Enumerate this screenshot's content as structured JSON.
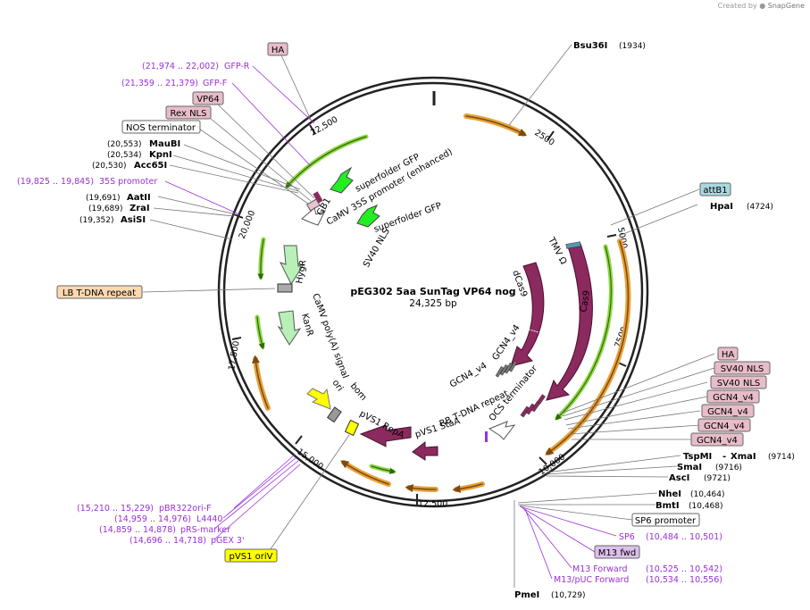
{
  "credit": {
    "prefix": "Created by",
    "brand": "SnapGene"
  },
  "plasmid": {
    "name": "pEG302 5aa SunTag VP64 nog",
    "size": "24,325 bp"
  },
  "ticks": [
    "2500",
    "5000",
    "7500",
    "10,000",
    "12,500",
    "15,000",
    "17,500",
    "20,000",
    "22,500"
  ],
  "enzymes_right": [
    {
      "name": "Bsu36I",
      "pos": "(1934)"
    },
    {
      "name": "HpaI",
      "pos": "(4724)"
    },
    {
      "name": "TspMI",
      "sep": "-",
      "name2": "XmaI",
      "pos": "(9714)"
    },
    {
      "name": "SmaI",
      "pos": "(9716)"
    },
    {
      "name": "AscI",
      "pos": "(9721)"
    },
    {
      "name": "NheI",
      "pos": "(10,464)"
    },
    {
      "name": "BmtI",
      "pos": "(10,468)"
    },
    {
      "name": "PmeI",
      "pos": "(10,729)"
    }
  ],
  "enzymes_left": [
    {
      "name": "MauBI",
      "pos": "(20,553)"
    },
    {
      "name": "KpnI",
      "pos": "(20,534)"
    },
    {
      "name": "Acc65I",
      "pos": "(20,530)"
    },
    {
      "name": "AatII",
      "pos": "(19,691)"
    },
    {
      "name": "ZraI",
      "pos": "(19,689)"
    },
    {
      "name": "AsiSI",
      "pos": "(19,352)"
    }
  ],
  "primers": [
    {
      "name": "GFP-R",
      "pos": "(21,974 .. 22,002)"
    },
    {
      "name": "GFP-F",
      "pos": "(21,359 .. 21,379)"
    },
    {
      "name": "35S promoter",
      "pos": "(19,825 .. 19,845)"
    },
    {
      "name": "pBR322ori-F",
      "pos": "(15,210 .. 15,229)"
    },
    {
      "name": "L4440",
      "pos": "(14,959 .. 14,976)"
    },
    {
      "name": "pRS-marker",
      "pos": "(14,859 .. 14,878)"
    },
    {
      "name": "pGEX 3'",
      "pos": "(14,696 .. 14,718)"
    },
    {
      "name": "SP6",
      "pos": "(10,484 .. 10,501)"
    },
    {
      "name": "M13 Forward",
      "pos": "(10,525 .. 10,542)"
    },
    {
      "name": "M13/pUC Forward",
      "pos": "(10,534 .. 10,556)"
    }
  ],
  "boxed_labels_left": [
    "HA",
    "VP64",
    "Rex NLS",
    "NOS terminator",
    "LB T-DNA repeat",
    "pVS1 oriV"
  ],
  "boxed_labels_right": [
    "attB1",
    "HA",
    "SV40 NLS",
    "SV40 NLS",
    "GCN4_v4",
    "GCN4_v4",
    "GCN4_v4",
    "GCN4_v4",
    "SP6 promoter",
    "M13 fwd"
  ],
  "features_inside": [
    "superfolder GFP",
    "CaMV 35S promoter (enhanced)",
    "GB1",
    "superfolder GFP",
    "SV40 NLS",
    "HygR",
    "CaMV poly(A) signal",
    "KanR",
    "ori",
    "bom",
    "pVS1 RepA",
    "pVS1 StaA",
    "RB T-DNA repeat",
    "OCS terminator",
    "GCN4_v4",
    "GCN4_v4",
    "dCas9",
    "Cas9",
    "TMV Ω"
  ],
  "colors": {
    "cds": "#8b2a5e",
    "gfp": "#22ee22",
    "hygr": "#b8f0b8",
    "ori": "#ffff00",
    "promoter_white": "#ffffff",
    "orange_arc": "#e8a13a",
    "green_arc": "#5aa510",
    "primer": "#9b30d9",
    "pink_box": "#e8bcc9",
    "attb1_box": "#a8d8e0",
    "lb_box": "#fbd8b0",
    "m13_box": "#dcc0ec"
  }
}
